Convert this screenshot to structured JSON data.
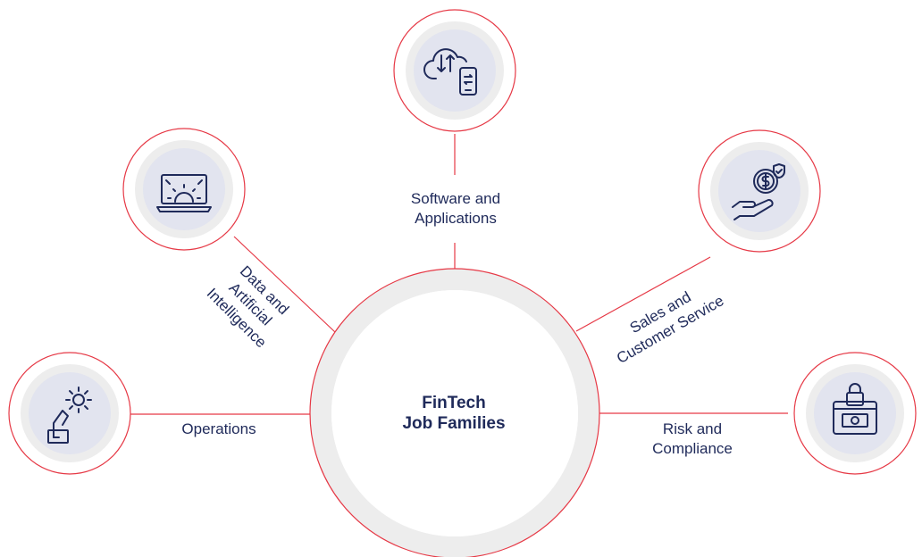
{
  "center": {
    "line1": "FinTech",
    "line2": "Job Families"
  },
  "families": [
    {
      "id": "software",
      "icon": "cloud-sync-phone-icon",
      "lines": [
        "Software and",
        "Applications"
      ]
    },
    {
      "id": "data-ai",
      "icon": "laptop-gear-icon",
      "lines": [
        "Data and",
        "Artificial",
        "Intelligence"
      ]
    },
    {
      "id": "operations",
      "icon": "hand-gear-icon",
      "lines": [
        "Operations"
      ]
    },
    {
      "id": "sales",
      "icon": "hand-coin-shield-icon",
      "lines": [
        "Sales and",
        "Customer Service"
      ]
    },
    {
      "id": "risk",
      "icon": "locked-briefcase-icon",
      "lines": [
        "Risk and",
        "Compliance"
      ]
    }
  ],
  "colors": {
    "accent": "#e63946",
    "ring": "#efefef",
    "icon_bg": "#e2e4ef",
    "ink": "#1f2a5a"
  }
}
